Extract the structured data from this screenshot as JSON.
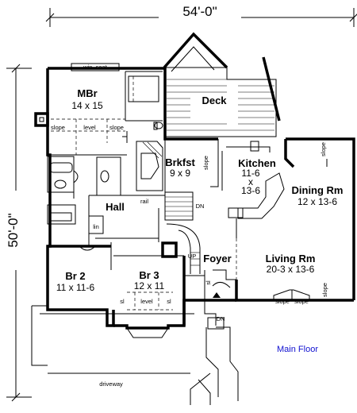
{
  "dimensions": {
    "width_label": "54'-0\"",
    "height_label": "50'-0\""
  },
  "rooms": {
    "mbr": {
      "name": "MBr",
      "size": "14 x 15"
    },
    "deck": {
      "name": "Deck"
    },
    "brkfst": {
      "name": "Brkfst",
      "size": "9 x 9"
    },
    "kitchen": {
      "name": "Kitchen",
      "size1": "11-6",
      "size_x": "x",
      "size2": "13-6"
    },
    "dining": {
      "name": "Dining Rm",
      "size": "12 x 13-6"
    },
    "hall": {
      "name": "Hall"
    },
    "br2": {
      "name": "Br 2",
      "size": "11 x 11-6"
    },
    "br3": {
      "name": "Br 3",
      "size": "12 x 11"
    },
    "foyer": {
      "name": "Foyer"
    },
    "living": {
      "name": "Living Rm",
      "size": "20-3 x 13-6"
    }
  },
  "labels": {
    "win_seat": "win. seat",
    "slope": "slope",
    "level": "level",
    "rail": "rail",
    "dn": "DN",
    "up": "UP",
    "lin": "lin",
    "sl": "sl",
    "driveway": "driveway"
  },
  "caption": {
    "text": "Main Floor",
    "color": "#1010d0"
  }
}
